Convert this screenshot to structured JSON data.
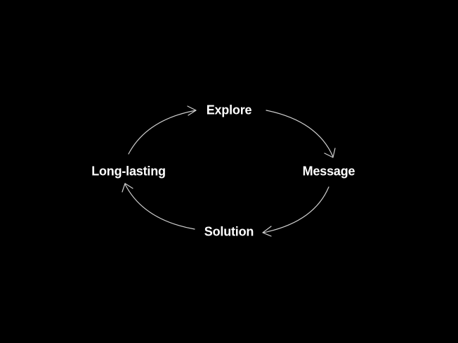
{
  "diagram": {
    "type": "cycle",
    "nodes": [
      {
        "id": "explore",
        "label": "Explore"
      },
      {
        "id": "message",
        "label": "Message"
      },
      {
        "id": "solution",
        "label": "Solution"
      },
      {
        "id": "long-lasting",
        "label": "Long-lasting"
      }
    ],
    "edges": [
      {
        "from": "explore",
        "to": "message"
      },
      {
        "from": "message",
        "to": "solution"
      },
      {
        "from": "solution",
        "to": "long-lasting"
      },
      {
        "from": "long-lasting",
        "to": "explore"
      }
    ],
    "colors": {
      "background": "#000000",
      "text": "#ffffff",
      "arrow": "#cfcfcf"
    }
  }
}
